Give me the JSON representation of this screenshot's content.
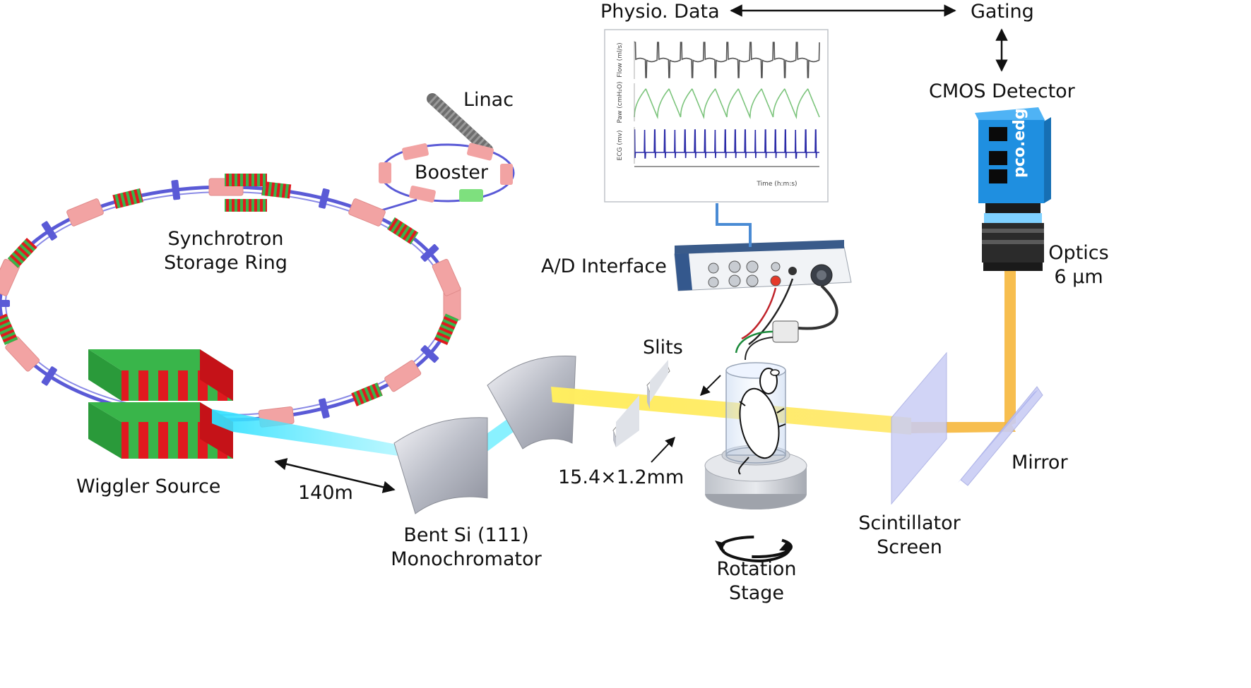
{
  "labels": {
    "physio_data": "Physio. Data",
    "gating": "Gating",
    "cmos_detector": "CMOS Detector",
    "linac": "Linac",
    "booster": "Booster",
    "ring_line1": "Synchrotron",
    "ring_line2": "Storage Ring",
    "ad_interface": "A/D Interface",
    "optics_line1": "Optics",
    "optics_line2": "6 µm",
    "slits": "Slits",
    "slit_size": "15.4×1.2mm",
    "wiggler_source": "Wiggler Source",
    "distance": "140m",
    "mono_line1": "Bent Si (111)",
    "mono_line2": "Monochromator",
    "rotation_line1": "Rotation",
    "rotation_line2": "Stage",
    "scint_line1": "Scintillator",
    "scint_line2": "Screen",
    "mirror": "Mirror"
  },
  "monitor_plot": {
    "traces": [
      {
        "ylabel": "Flow (ml/s)",
        "color": "#555555"
      },
      {
        "ylabel": "Paw (cmH₂O)",
        "color": "#7cc47c"
      },
      {
        "ylabel": "ECG (mv)",
        "color": "#2a2aa8"
      }
    ],
    "xlabel": "Time (h:m:s)"
  },
  "camera": {
    "brand": "pco.edge",
    "body_color": "#1f8fe0"
  },
  "colors": {
    "magnet_pink": "#f2a3a3",
    "magnet_green": "#39b54a",
    "magnet_red": "#e0191f",
    "quad_blue": "#5a5ad6",
    "xray_cyan": "#3ee6ff",
    "beam_yellow": "#ffe24a",
    "beam_orange": "#f6b73c"
  }
}
